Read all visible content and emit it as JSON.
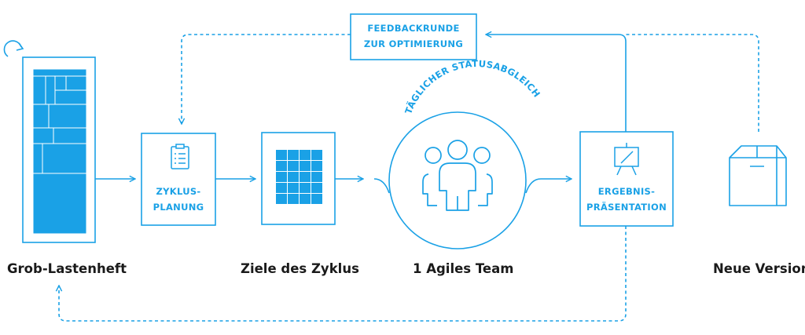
{
  "colors": {
    "accent": "#1aa1e6",
    "text": "#1a1a1a",
    "background": "#ffffff"
  },
  "steps": {
    "grob_lastenheft": {
      "label": "Grob-Lastenheft"
    },
    "zyklusplanung": {
      "line1": "ZYKLUS-",
      "line2": "PLANUNG",
      "icon": "clipboard-icon"
    },
    "ziele": {
      "label": "Ziele des Zyklus",
      "icon": "grid-icon"
    },
    "team": {
      "label": "1 Agiles Team",
      "arc_text": "TÄGLICHER STATUSABGLEICH",
      "icon": "team-icon"
    },
    "ergebnis": {
      "line1": "ERGEBNIS-",
      "line2": "PRÄSENTATION",
      "icon": "presentation-icon"
    },
    "neue_version": {
      "label": "Neue Version",
      "icon": "box-icon"
    }
  },
  "feedback": {
    "line1": "FEEDBACKRUNDE",
    "line2": "ZUR OPTIMIERUNG"
  }
}
